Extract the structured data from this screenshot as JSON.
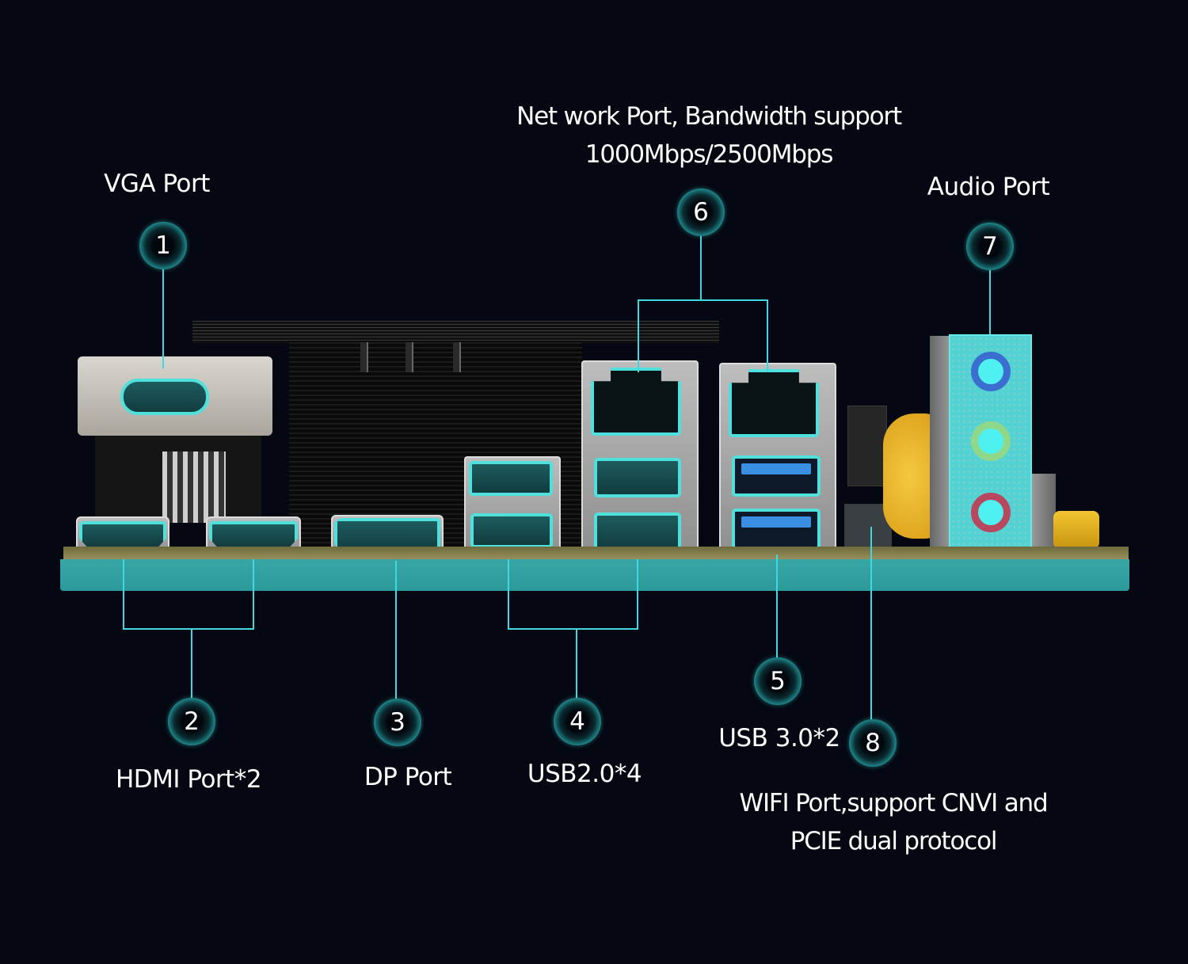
{
  "title": "I/O port layout diagram",
  "colors": {
    "background": "#050812",
    "accent": "#3fd8e0",
    "highlight": "#4fe0dc",
    "text": "#ffffff"
  },
  "callouts": [
    {
      "number": "1",
      "label_lines": [
        "VGA Port"
      ]
    },
    {
      "number": "2",
      "label_lines": [
        "HDMI Port*2"
      ]
    },
    {
      "number": "3",
      "label_lines": [
        "DP Port"
      ]
    },
    {
      "number": "4",
      "label_lines": [
        "USB2.0*4"
      ]
    },
    {
      "number": "5",
      "label_lines": [
        "USB 3.0*2"
      ]
    },
    {
      "number": "6",
      "label_lines": [
        "Net work Port, Bandwidth support",
        "1000Mbps/2500Mbps"
      ]
    },
    {
      "number": "7",
      "label_lines": [
        "Audio Port"
      ]
    },
    {
      "number": "8",
      "label_lines": [
        "WIFI Port,support CNVI and",
        "PCIE dual protocol"
      ]
    }
  ],
  "audio_jack_colors": [
    "#3a6fd0",
    "#8fd88a",
    "#b8485e"
  ]
}
